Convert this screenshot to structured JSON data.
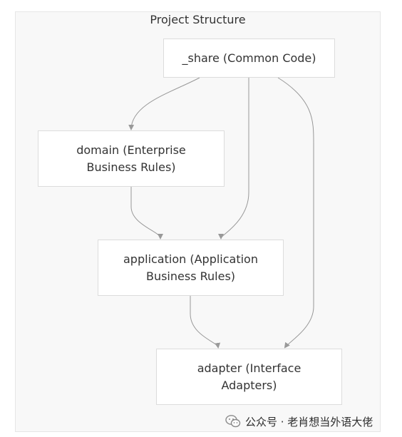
{
  "diagram": {
    "title": "Project Structure",
    "nodes": [
      {
        "id": "share",
        "lines": [
          "_share (Common Code)"
        ]
      },
      {
        "id": "domain",
        "lines": [
          "domain (Enterprise",
          "Business Rules)"
        ]
      },
      {
        "id": "application",
        "lines": [
          "application (Application",
          "Business Rules)"
        ]
      },
      {
        "id": "adapter",
        "lines": [
          "adapter (Interface",
          "Adapters)"
        ]
      }
    ],
    "edges": [
      {
        "from": "share",
        "to": "domain"
      },
      {
        "from": "share",
        "to": "application"
      },
      {
        "from": "share",
        "to": "adapter"
      },
      {
        "from": "domain",
        "to": "application"
      },
      {
        "from": "application",
        "to": "adapter"
      }
    ]
  },
  "watermark": {
    "text": "公众号 · 老肖想当外语大佬",
    "icon": "wechat-icon"
  },
  "colors": {
    "background": "#f8f8f8",
    "node_fill": "#ffffff",
    "node_border": "#dcdcdc",
    "edge": "#999999",
    "text": "#333333"
  }
}
